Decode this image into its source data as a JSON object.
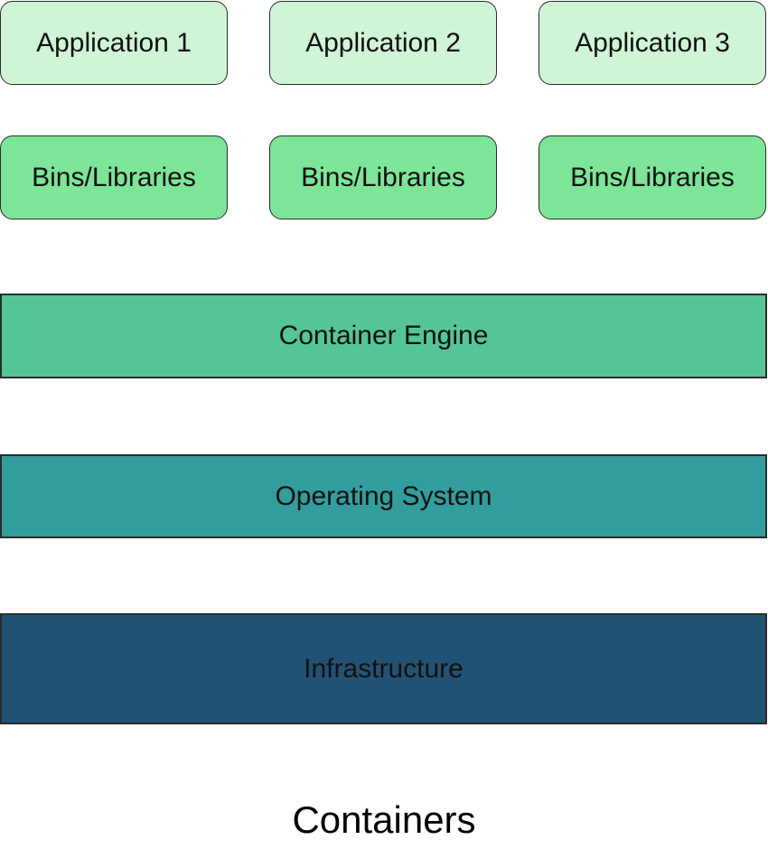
{
  "diagram": {
    "applications": [
      {
        "label": "Application 1"
      },
      {
        "label": "Application 2"
      },
      {
        "label": "Application 3"
      }
    ],
    "libraries": [
      {
        "label": "Bins/Libraries"
      },
      {
        "label": "Bins/Libraries"
      },
      {
        "label": "Bins/Libraries"
      }
    ],
    "layers": {
      "container_engine": "Container Engine",
      "operating_system": "Operating System",
      "infrastructure": "Infrastructure"
    },
    "caption": "Containers",
    "colors": {
      "application": "#d0f4d6",
      "libraries": "#7de597",
      "container_engine": "#56c595",
      "operating_system": "#339d9d",
      "infrastructure": "#225273"
    }
  }
}
